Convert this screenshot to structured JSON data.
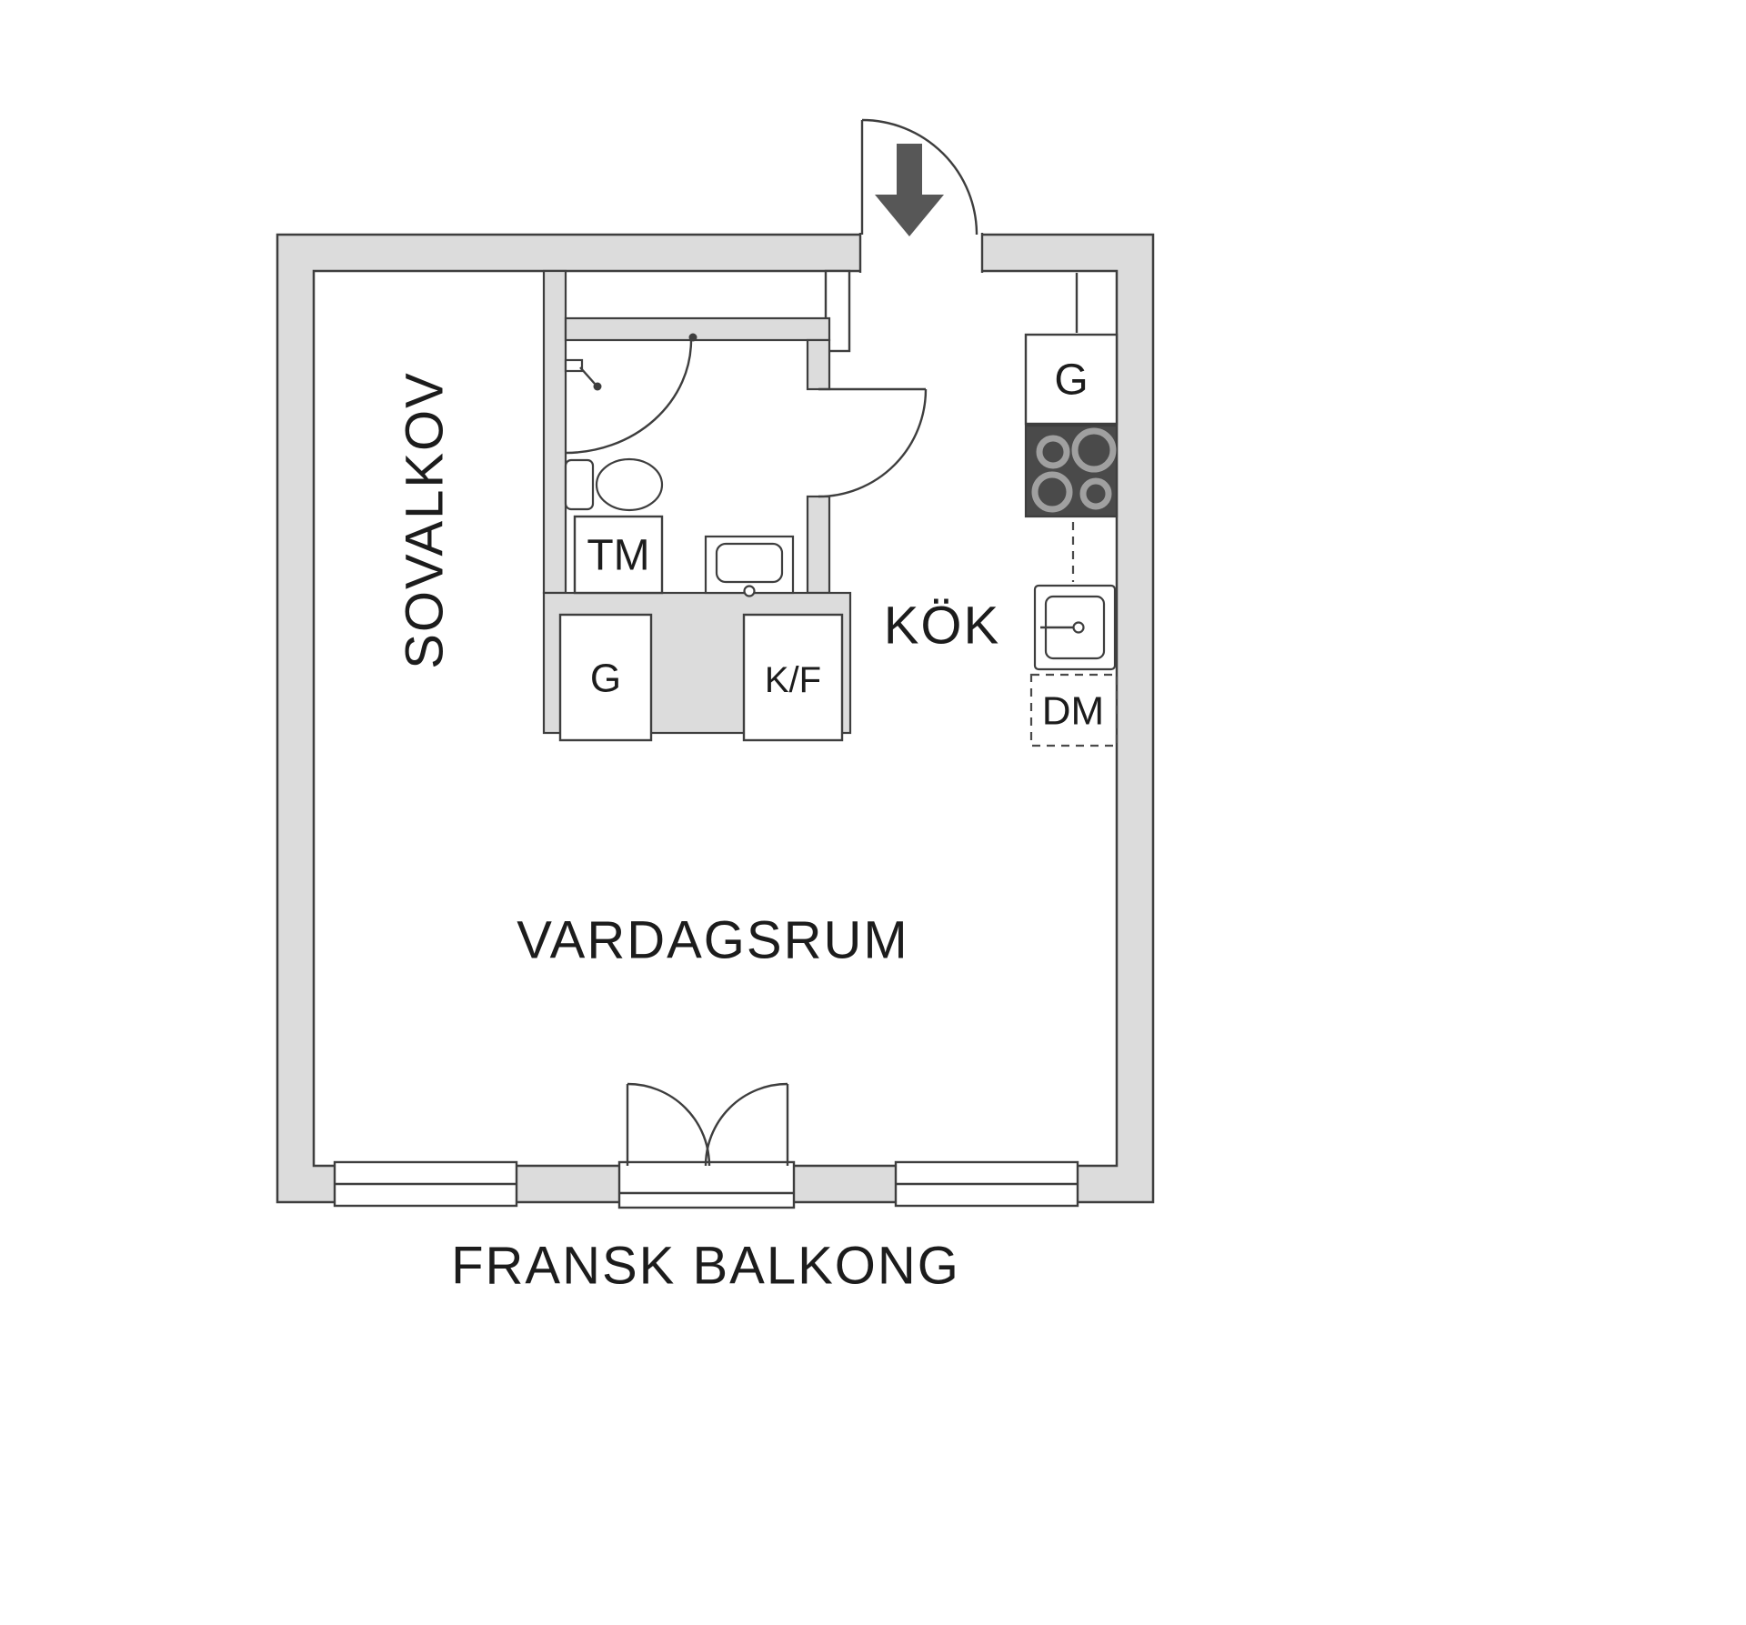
{
  "floorplan": {
    "rooms": {
      "sovalkov": {
        "label": "SOVALKOV"
      },
      "kok": {
        "label": "KÖK"
      },
      "vardagsrum": {
        "label": "VARDAGSRUM"
      },
      "fransk_balkong": {
        "label": "FRANSK BALKONG"
      }
    },
    "fixtures": {
      "tm": {
        "label": "TM"
      },
      "closet_g_bathroom": {
        "label": "G"
      },
      "kf": {
        "label": "K/F"
      },
      "closet_g_kitchen": {
        "label": "G"
      },
      "dm": {
        "label": "DM"
      }
    },
    "colors": {
      "background": "#ffffff",
      "wall_fill": "#dcdcdc",
      "outline": "#3e3e3e",
      "stove_fill": "#4a4a4a",
      "burner_ring": "#a0a0a0",
      "entry_arrow": "#575757",
      "text": "#1c1c1c"
    }
  }
}
